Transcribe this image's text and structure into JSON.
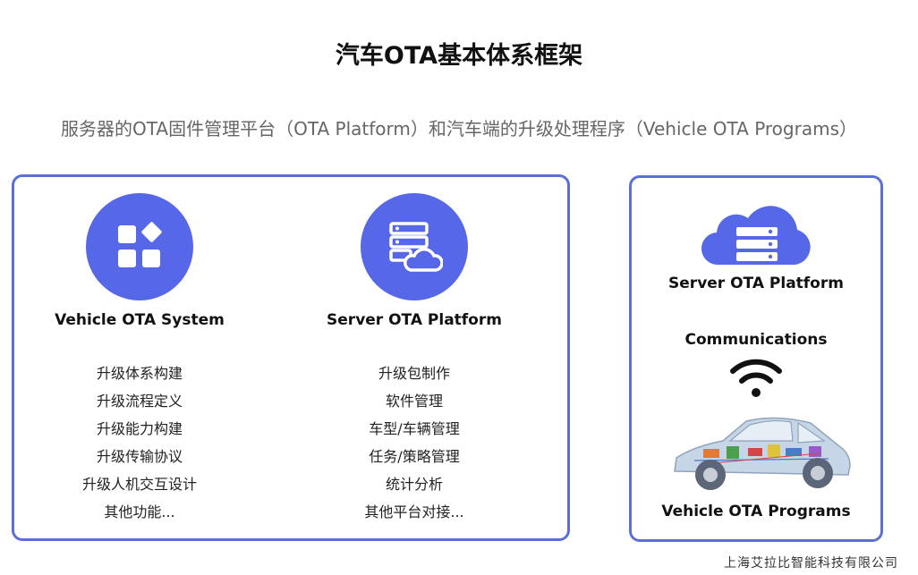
{
  "title": "汽车OTA基本体系框架",
  "subtitle": "服务器的OTA固件管理平台（OTA Platform）和汽车端的升级处理程序（Vehicle OTA Programs）",
  "left_panel": {
    "vehicle_system": {
      "heading": "Vehicle OTA System",
      "icon": "apps-grid-icon",
      "items": [
        "升级体系构建",
        "升级流程定义",
        "升级能力构建",
        "升级传输协议",
        "升级人机交互设计",
        "其他功能..."
      ]
    },
    "server_platform": {
      "heading": "Server OTA Platform",
      "icon": "server-cloud-icon",
      "items": [
        "升级包制作",
        "软件管理",
        "车型/车辆管理",
        "任务/策略管理",
        "统计分析",
        "其他平台对接..."
      ]
    }
  },
  "right_panel": {
    "server_label": "Server OTA Platform",
    "comm_label": "Communications",
    "vehicle_label": "Vehicle OTA Programs",
    "icons": [
      "cloud-server-icon",
      "wifi-icon",
      "car-illustration"
    ]
  },
  "footer": "上海艾拉比智能科技有限公司",
  "colors": {
    "accent": "#5b6fd6",
    "icon_fill": "#5667e8",
    "car_body": "#c7d6e6"
  }
}
